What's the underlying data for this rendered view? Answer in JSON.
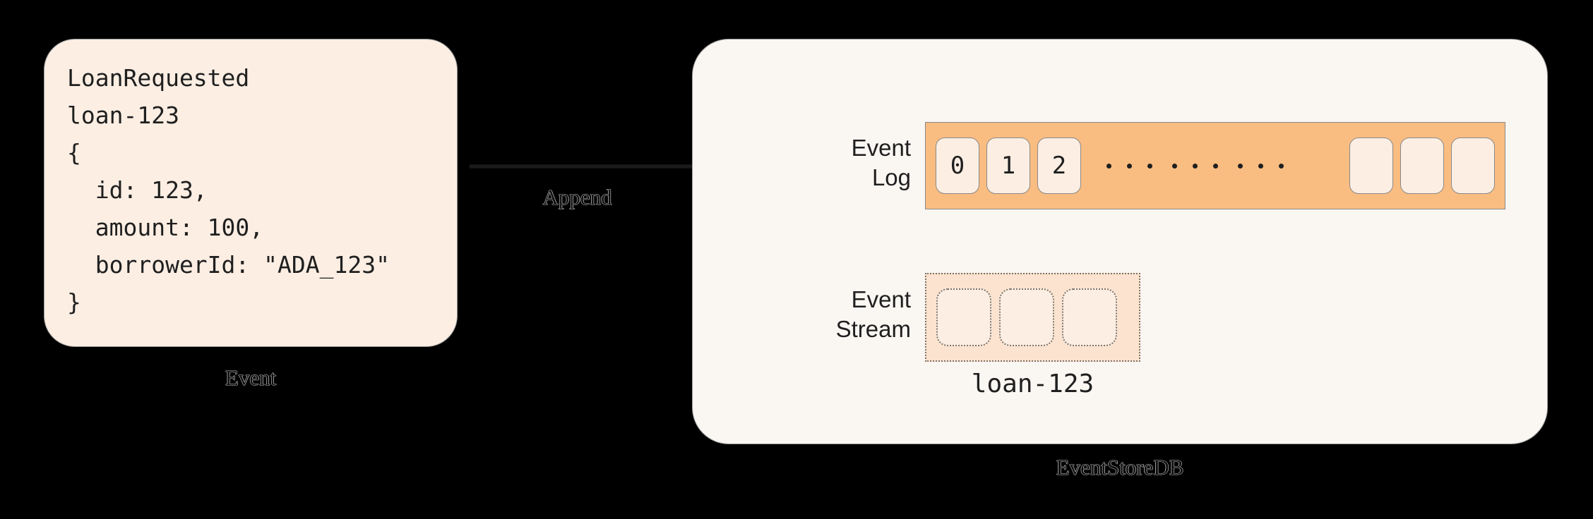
{
  "diagram": {
    "background_color": "#000000",
    "accent_orange": "#F9BC81",
    "card_fill": "#FCEEE3",
    "panel_fill": "#FAF6F2"
  },
  "event_card": {
    "caption": "Event",
    "code": "LoanRequested\nloan-123\n{\n  id: 123,\n  amount: 100,\n  borrowerId: \"ADA_123\"\n}",
    "event_type": "LoanRequested",
    "stream_id": "loan-123",
    "payload": {
      "id": "123",
      "amount": "100",
      "borrowerId": "\"ADA_123\""
    }
  },
  "arrow": {
    "label": "Append",
    "targets": [
      "Event Log",
      "Event Stream"
    ]
  },
  "event_store": {
    "caption": "EventStoreDB",
    "event_log": {
      "label": "Event\nLog",
      "cells": [
        "0",
        "1",
        "2"
      ],
      "ellipsis_groups": 3,
      "ellipsis_dots_per_group": 3,
      "empty_cells": 3
    },
    "event_stream": {
      "label": "Event\nStream",
      "empty_cells": 3,
      "name": "loan-123"
    }
  }
}
